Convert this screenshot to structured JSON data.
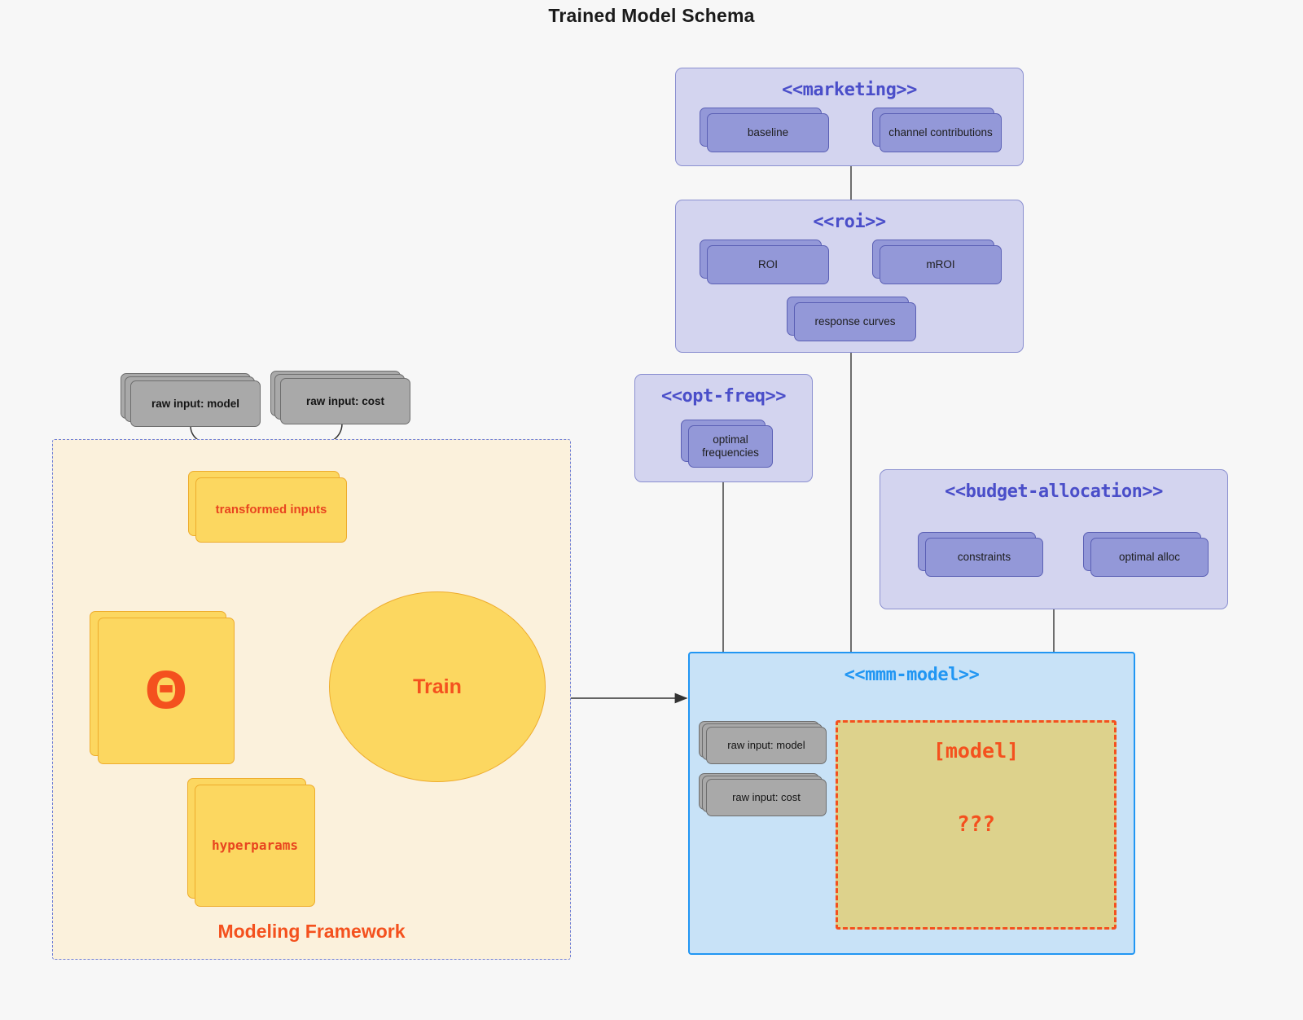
{
  "title": "Trained Model Schema",
  "colors": {
    "background": "#f7f7f7",
    "package_fill": "#d3d4ef",
    "package_stroke": "#8a8fd0",
    "package_title": "#4a4ec9",
    "artifact_purple_fill": "#9398d8",
    "artifact_purple_stroke": "#5b60b5",
    "artifact_gray_fill": "#a9a9a9",
    "artifact_gray_stroke": "#6e6e6e",
    "artifact_yellow_fill": "#fcd760",
    "artifact_yellow_stroke": "#eeac2c",
    "framework_fill": "#fbf1dc",
    "framework_stroke": "#6f7fd6",
    "accent_red": "#f4511e",
    "mmm_fill": "#c8e2f7",
    "mmm_stroke": "#2196f3",
    "model_fill": "#ddd28c"
  },
  "framework": {
    "label": "Modeling Framework",
    "raw_inputs": [
      {
        "label": "raw input: model"
      },
      {
        "label": "raw input: cost"
      }
    ],
    "transformed_inputs": {
      "label": "transformed inputs"
    },
    "theta": {
      "label": "Θ"
    },
    "hyperparams": {
      "label": "hyperparams"
    },
    "train": {
      "label": "Train"
    }
  },
  "packages": {
    "marketing": {
      "title": "<<marketing>>",
      "nodes": [
        {
          "label": "baseline"
        },
        {
          "label": "channel contributions"
        }
      ]
    },
    "roi": {
      "title": "<<roi>>",
      "nodes": [
        {
          "label": "ROI"
        },
        {
          "label": "mROI"
        },
        {
          "label": "response curves"
        }
      ]
    },
    "opt_freq": {
      "title": "<<opt-freq>>",
      "nodes": [
        {
          "label": "optimal\nfrequencies",
          "line1": "optimal",
          "line2": "frequencies"
        }
      ]
    },
    "budget_allocation": {
      "title": "<<budget-allocation>>",
      "nodes": [
        {
          "label": "constraints"
        },
        {
          "label": "optimal alloc"
        }
      ]
    },
    "mmm_model": {
      "title": "<<mmm-model>>",
      "raw_inputs": [
        {
          "label": "raw input: model"
        },
        {
          "label": "raw input: cost"
        }
      ],
      "model": {
        "title": "[model]",
        "unknown": "???"
      }
    }
  }
}
